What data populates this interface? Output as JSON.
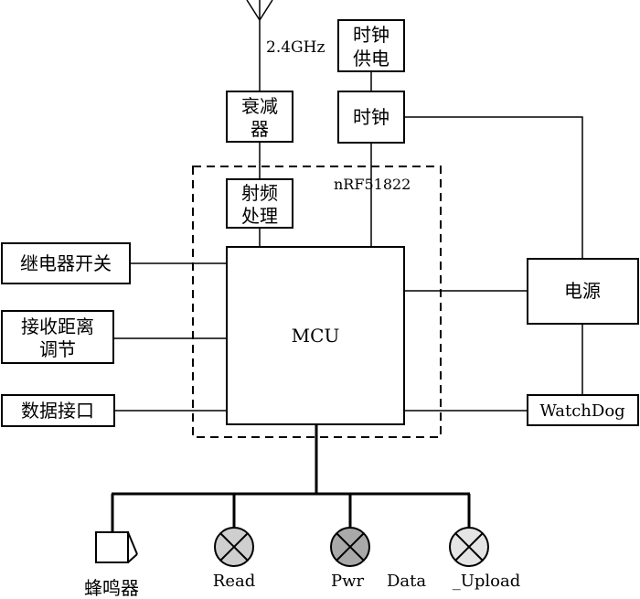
{
  "antenna": {
    "freq_label": "2.4GHz"
  },
  "blocks": {
    "clock_supply": [
      "时钟",
      "供电"
    ],
    "attenuator": [
      "衰减",
      "器"
    ],
    "clock": "时钟",
    "rf_proc": [
      "射频",
      "处理"
    ],
    "chip_label": "nRF51822",
    "mcu": "MCU",
    "relay_switch": "继电器开关",
    "range_adjust": [
      "接收距离",
      "调节"
    ],
    "data_port": "数据接口",
    "power": "电源",
    "watchdog": "WatchDog"
  },
  "outputs": {
    "buzzer": "蜂鸣器",
    "read": "Read",
    "pwr": "Pwr",
    "data": "Data",
    "upload": "_Upload"
  },
  "colors": {
    "read_lamp": "#cfcfcf",
    "pwr_lamp": "#a9a9a9",
    "data_lamp": "#e4e4e4"
  }
}
